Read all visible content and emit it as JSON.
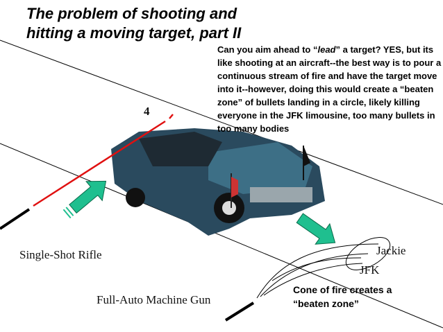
{
  "slide": {
    "title_line1": "The problem of shooting and",
    "title_line2": "hitting a moving target, part II",
    "description_pre": "Can you aim ahead to “",
    "description_em": "lead",
    "description_post": "” a target? YES, but its like shooting at an aircraft--the best way is to pour a continuous stream of fire and have the target move into it--however, doing this would create a “beaten zone” of bullets landing in a circle, likely killing everyone in the JFK limousine, too many bullets in too many bodies",
    "number_label": "4",
    "rifle_label": "Single-Shot Rifle",
    "machine_gun_label": "Full-Auto Machine Gun",
    "jackie_label": "Jackie",
    "jfk_label": "JFK",
    "cone_line1": "Cone of fire creates a",
    "cone_line2": "“beaten zone”"
  },
  "colors": {
    "arrow": "#1fbf8f",
    "trajectory": "#e01010",
    "car": "#2a4a5e"
  }
}
